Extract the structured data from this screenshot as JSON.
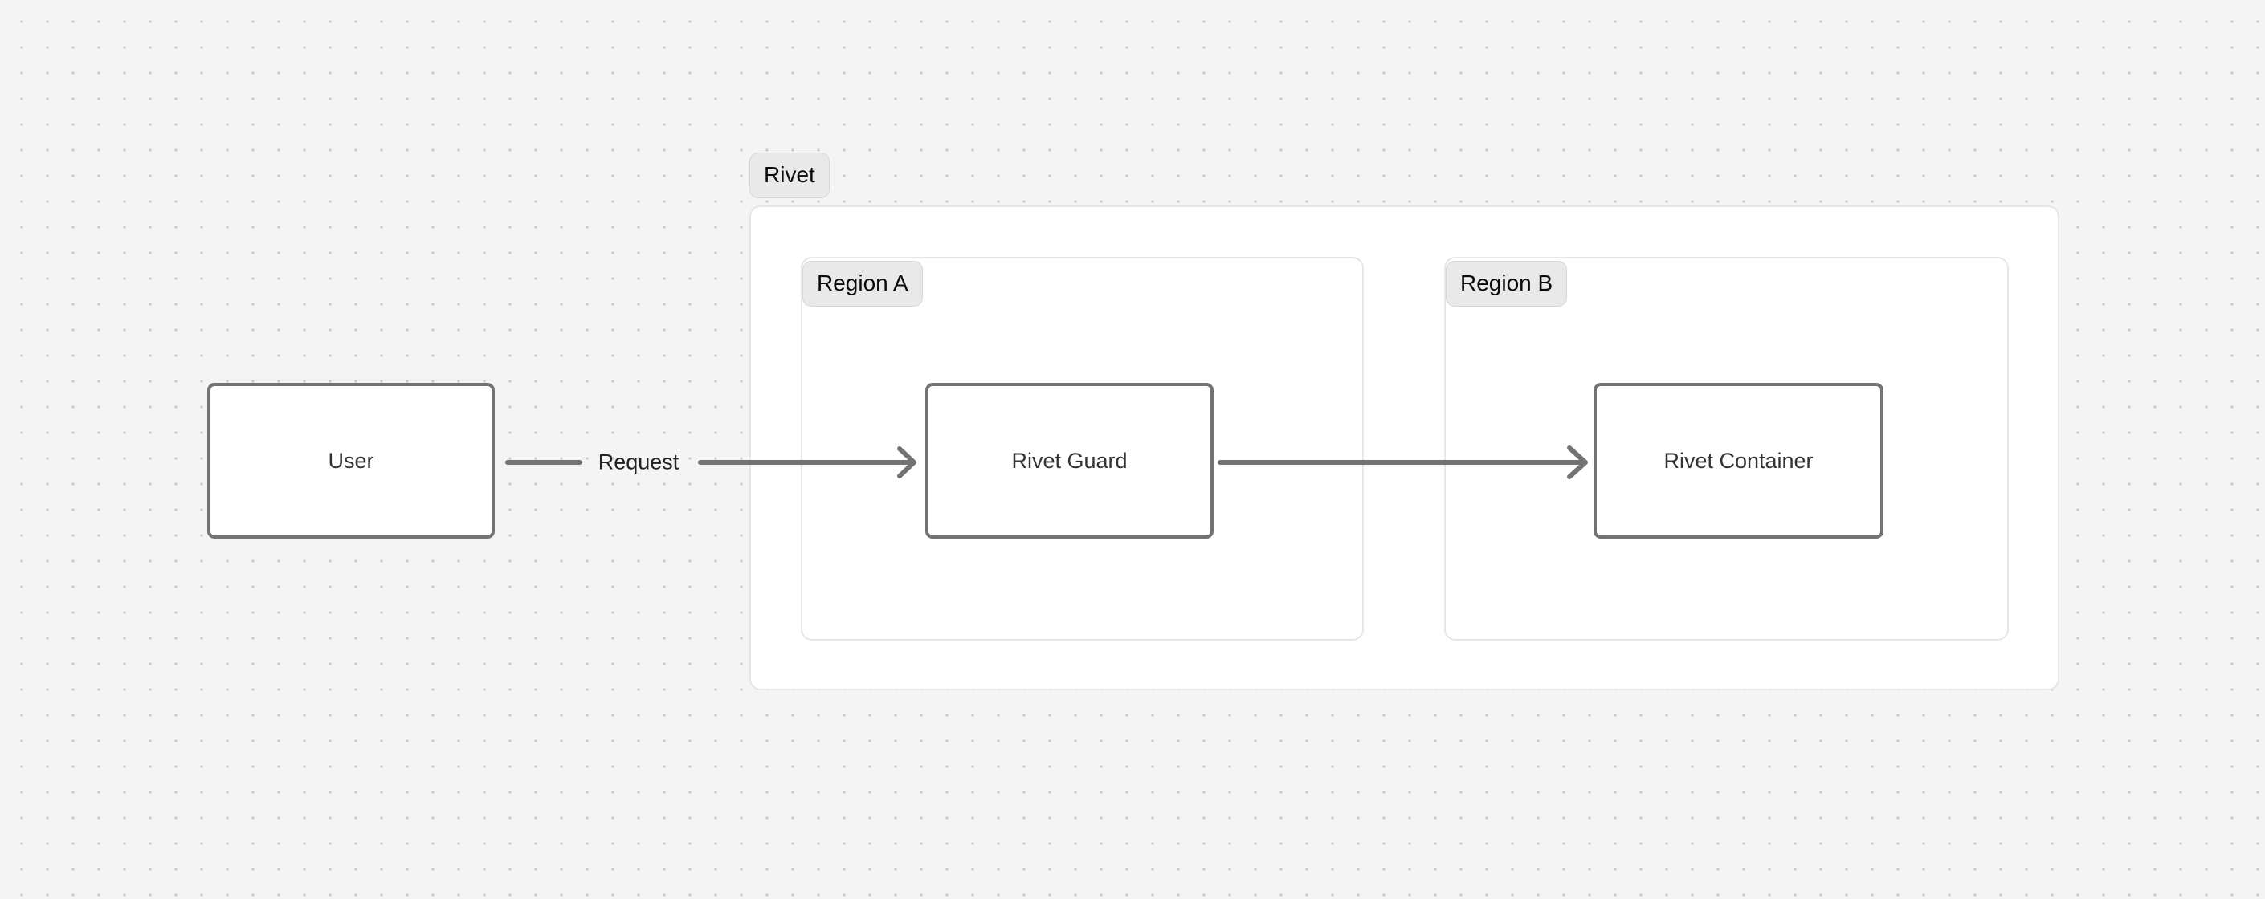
{
  "diagram": {
    "type": "architecture-flow",
    "background": "#f4f4f4",
    "grid": "dot-grid",
    "groups": [
      {
        "id": "rivet",
        "label": "Rivet"
      },
      {
        "id": "region-a",
        "label": "Region A"
      },
      {
        "id": "region-b",
        "label": "Region B"
      }
    ],
    "nodes": [
      {
        "id": "user",
        "label": "User"
      },
      {
        "id": "rivet-guard",
        "label": "Rivet Guard"
      },
      {
        "id": "rivet-container",
        "label": "Rivet Container"
      }
    ],
    "edges": [
      {
        "id": "user-to-guard",
        "from": "user",
        "to": "rivet-guard",
        "label": "Request"
      },
      {
        "id": "guard-to-container",
        "from": "rivet-guard",
        "to": "rivet-container",
        "label": ""
      }
    ],
    "colors": {
      "node_border": "#737373",
      "node_fill": "#ffffff",
      "group_border": "#e6e6e6",
      "group_fill": "#ffffff",
      "label_fill": "#e9e9e9",
      "label_border": "#d6d6d6",
      "edge": "#737373",
      "text": "#333333",
      "canvas": "#f4f4f4",
      "grid_dot": "#c6c6c6"
    }
  }
}
